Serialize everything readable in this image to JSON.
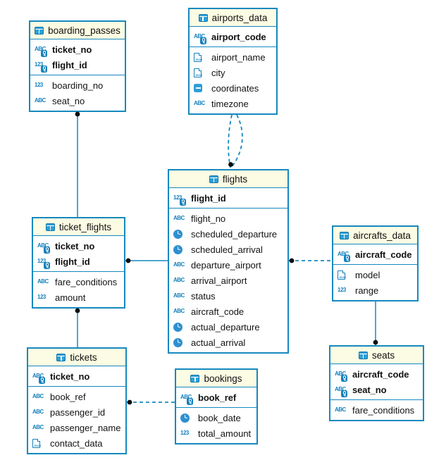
{
  "diagram_type": "entity-relationship-diagram",
  "colors": {
    "table_border": "#1589bf",
    "header_background": "#fcfbe3",
    "body_background": "#ffffff",
    "icon_blue": "#1581bc",
    "relation_line": "#1589bf",
    "endpoint_dot": "#0d0d0d",
    "text": "#121212"
  },
  "icons": {
    "table_label": "table-grid-icon",
    "text_label": "ABC",
    "number_label": "123",
    "text_pk": "ABC-with-key-icon",
    "number_pk": "123-with-key-icon",
    "datetime": "clock-icon",
    "json": "json-document-icon",
    "object": "object-square-icon"
  },
  "tables": {
    "boarding_passes": {
      "title": "boarding_passes",
      "pk": [
        {
          "name": "ticket_no",
          "type": "text-pk"
        },
        {
          "name": "flight_id",
          "type": "number-pk"
        }
      ],
      "cols": [
        {
          "name": "boarding_no",
          "type": "number"
        },
        {
          "name": "seat_no",
          "type": "text"
        }
      ]
    },
    "airports_data": {
      "title": "airports_data",
      "pk": [
        {
          "name": "airport_code",
          "type": "text-pk"
        }
      ],
      "cols": [
        {
          "name": "airport_name",
          "type": "json"
        },
        {
          "name": "city",
          "type": "json"
        },
        {
          "name": "coordinates",
          "type": "object"
        },
        {
          "name": "timezone",
          "type": "text"
        }
      ]
    },
    "flights": {
      "title": "flights",
      "pk": [
        {
          "name": "flight_id",
          "type": "number-pk"
        }
      ],
      "cols": [
        {
          "name": "flight_no",
          "type": "text"
        },
        {
          "name": "scheduled_departure",
          "type": "datetime"
        },
        {
          "name": "scheduled_arrival",
          "type": "datetime"
        },
        {
          "name": "departure_airport",
          "type": "text"
        },
        {
          "name": "arrival_airport",
          "type": "text"
        },
        {
          "name": "status",
          "type": "text"
        },
        {
          "name": "aircraft_code",
          "type": "text"
        },
        {
          "name": "actual_departure",
          "type": "datetime"
        },
        {
          "name": "actual_arrival",
          "type": "datetime"
        }
      ]
    },
    "ticket_flights": {
      "title": "ticket_flights",
      "pk": [
        {
          "name": "ticket_no",
          "type": "text-pk"
        },
        {
          "name": "flight_id",
          "type": "number-pk"
        }
      ],
      "cols": [
        {
          "name": "fare_conditions",
          "type": "text"
        },
        {
          "name": "amount",
          "type": "number"
        }
      ]
    },
    "aircrafts_data": {
      "title": "aircrafts_data",
      "pk": [
        {
          "name": "aircraft_code",
          "type": "text-pk"
        }
      ],
      "cols": [
        {
          "name": "model",
          "type": "json"
        },
        {
          "name": "range",
          "type": "number"
        }
      ]
    },
    "tickets": {
      "title": "tickets",
      "pk": [
        {
          "name": "ticket_no",
          "type": "text-pk"
        }
      ],
      "cols": [
        {
          "name": "book_ref",
          "type": "text"
        },
        {
          "name": "passenger_id",
          "type": "text"
        },
        {
          "name": "passenger_name",
          "type": "text"
        },
        {
          "name": "contact_data",
          "type": "json"
        }
      ]
    },
    "bookings": {
      "title": "bookings",
      "pk": [
        {
          "name": "book_ref",
          "type": "text-pk"
        }
      ],
      "cols": [
        {
          "name": "book_date",
          "type": "datetime"
        },
        {
          "name": "total_amount",
          "type": "number"
        }
      ]
    },
    "seats": {
      "title": "seats",
      "pk": [
        {
          "name": "aircraft_code",
          "type": "text-pk"
        },
        {
          "name": "seat_no",
          "type": "text-pk"
        }
      ],
      "cols": [
        {
          "name": "fare_conditions",
          "type": "text"
        }
      ]
    }
  },
  "relations": [
    {
      "from": "boarding_passes",
      "to": "ticket_flights",
      "style": "solid"
    },
    {
      "from": "flights",
      "to": "airports_data",
      "style": "dashed"
    },
    {
      "from": "flights",
      "to": "airports_data",
      "style": "dashed"
    },
    {
      "from": "ticket_flights",
      "to": "flights",
      "style": "solid"
    },
    {
      "from": "flights",
      "to": "aircrafts_data",
      "style": "dashed"
    },
    {
      "from": "ticket_flights",
      "to": "tickets",
      "style": "solid"
    },
    {
      "from": "tickets",
      "to": "bookings",
      "style": "dashed"
    },
    {
      "from": "seats",
      "to": "aircrafts_data",
      "style": "solid"
    }
  ]
}
